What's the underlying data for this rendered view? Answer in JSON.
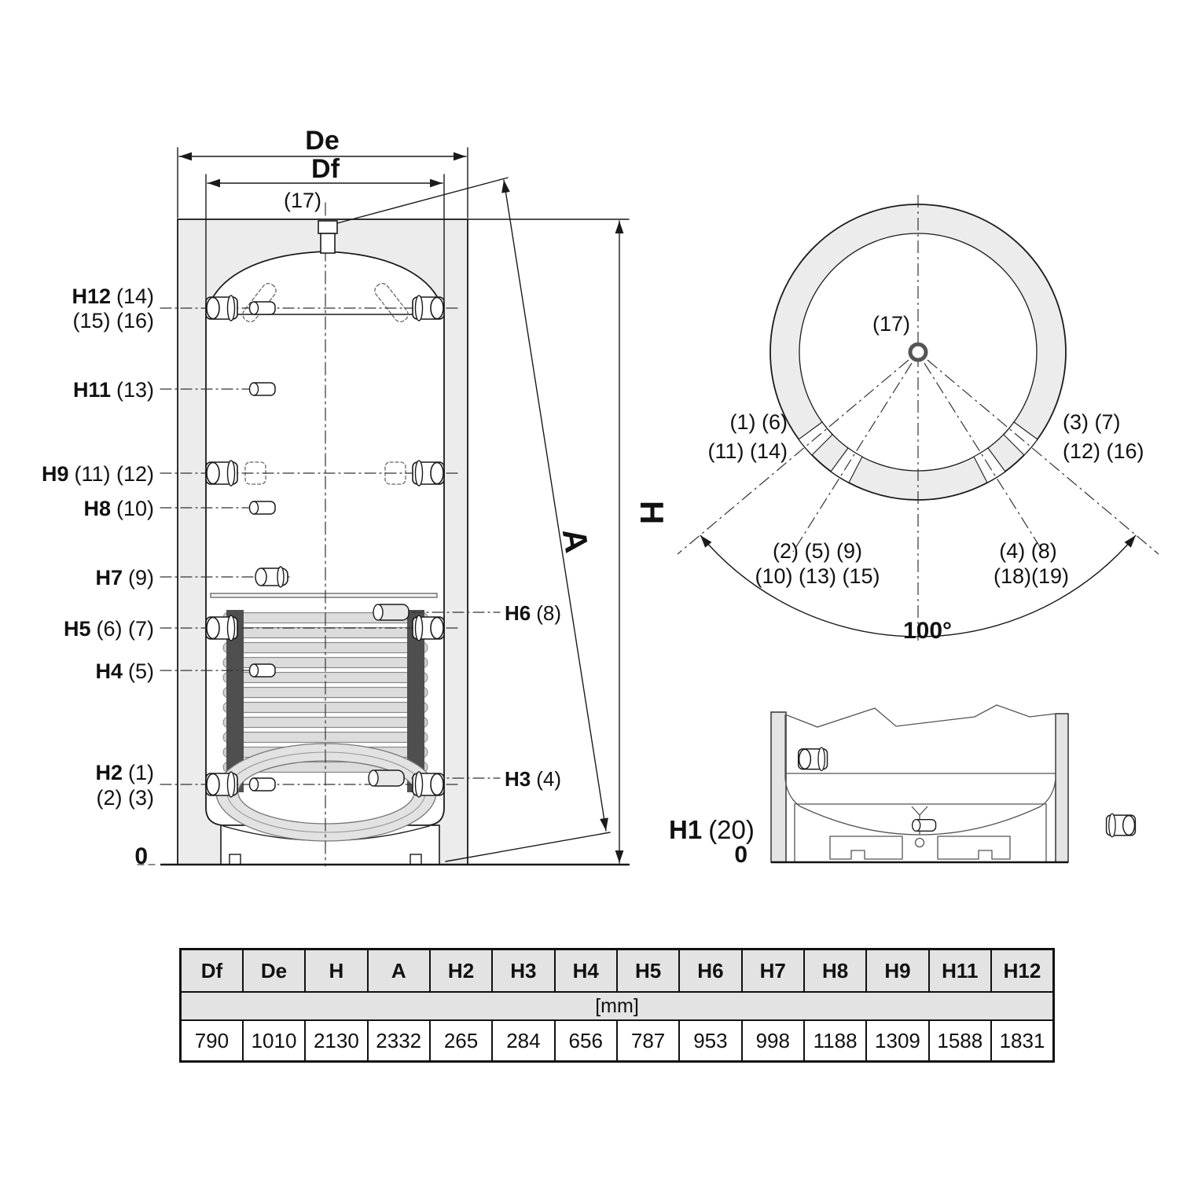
{
  "front_view": {
    "dim_de": "De",
    "dim_df": "Df",
    "dim_h": "H",
    "dim_a": "A",
    "port_top": "(17)",
    "datum_zero": "0",
    "labels": {
      "h12": {
        "name": "H12",
        "refs": "(14)",
        "refs2": "(15) (16)"
      },
      "h11": {
        "name": "H11",
        "refs": "(13)"
      },
      "h9": {
        "name": "H9",
        "refs": "(11) (12)"
      },
      "h8": {
        "name": "H8",
        "refs": "(10)"
      },
      "h7": {
        "name": "H7",
        "refs": "(9)"
      },
      "h6": {
        "name": "H6",
        "refs": "(8)"
      },
      "h5": {
        "name": "H5",
        "refs": "(6) (7)"
      },
      "h4": {
        "name": "H4",
        "refs": "(5)"
      },
      "h3": {
        "name": "H3",
        "refs": "(4)"
      },
      "h2": {
        "name": "H2",
        "refs": "(1)",
        "refs2": "(2) (3)"
      }
    }
  },
  "top_view": {
    "port_top": "(17)",
    "upper_left_1": "(1) (6)",
    "upper_left_2": "(11) (14)",
    "upper_right_1": "(3) (7)",
    "upper_right_2": "(12) (16)",
    "lower_left_1": "(2) (5) (9)",
    "lower_left_2": "(10) (13) (15)",
    "lower_right_1": "(4) (8)",
    "lower_right_2": "(18)(19)",
    "angle": "100°"
  },
  "detail_view": {
    "h1_name": "H1",
    "h1_refs": "(20)",
    "datum_zero": "0"
  },
  "table": {
    "headers": [
      "Df",
      "De",
      "H",
      "A",
      "H2",
      "H3",
      "H4",
      "H5",
      "H6",
      "H7",
      "H8",
      "H9",
      "H11",
      "H12"
    ],
    "unit": "[mm]",
    "values": [
      "790",
      "1010",
      "2130",
      "2332",
      "265",
      "284",
      "656",
      "787",
      "953",
      "998",
      "1188",
      "1309",
      "1588",
      "1831"
    ]
  },
  "colors": {
    "line": "#1a1a1a",
    "insulation": "#ececec",
    "coil_support": "#4f4f4f",
    "coil_tube": "#dcdcdc",
    "table_header_bg": "#e3e3e3"
  }
}
